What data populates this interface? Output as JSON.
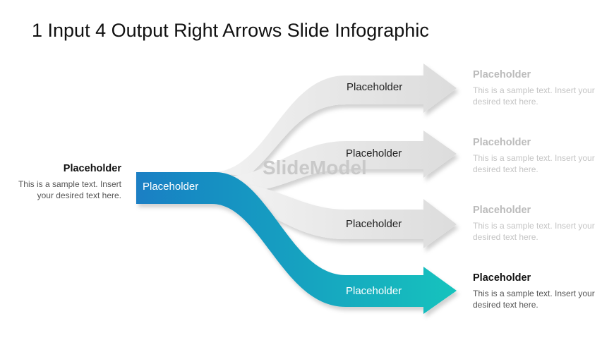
{
  "title": "1 Input 4 Output Right Arrows Slide Infographic",
  "watermark": "SlideModel",
  "input": {
    "arrow_label": "Placeholder",
    "heading": "Placeholder",
    "text": "This is a sample text. Insert your desired text here."
  },
  "outputs": [
    {
      "arrow_label": "Placeholder",
      "heading": "Placeholder",
      "text": "This is a sample text. Insert your desired text here."
    },
    {
      "arrow_label": "Placeholder",
      "heading": "Placeholder",
      "text": "This is a sample text. Insert your desired text here."
    },
    {
      "arrow_label": "Placeholder",
      "heading": "Placeholder",
      "text": "This is a sample text. Insert your desired text here."
    },
    {
      "arrow_label": "Placeholder",
      "heading": "Placeholder",
      "text": "This is a sample text. Insert your desired text here."
    }
  ],
  "colors": {
    "blue_start": "#1a7fc4",
    "blue_end": "#13c3bd",
    "gray": "#e6e6e6"
  }
}
